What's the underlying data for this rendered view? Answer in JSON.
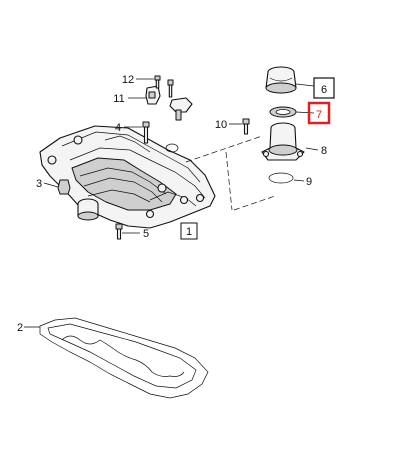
{
  "callouts": [
    {
      "id": "1",
      "text": "1",
      "boxed": true,
      "highlight": false
    },
    {
      "id": "2",
      "text": "2",
      "boxed": false,
      "highlight": false
    },
    {
      "id": "3",
      "text": "3",
      "boxed": false,
      "highlight": false
    },
    {
      "id": "4",
      "text": "4",
      "boxed": false,
      "highlight": false
    },
    {
      "id": "5",
      "text": "5",
      "boxed": false,
      "highlight": false
    },
    {
      "id": "6",
      "text": "6",
      "boxed": true,
      "highlight": false
    },
    {
      "id": "7",
      "text": "7",
      "boxed": true,
      "highlight": true
    },
    {
      "id": "8",
      "text": "8",
      "boxed": false,
      "highlight": false
    },
    {
      "id": "9",
      "text": "9",
      "boxed": false,
      "highlight": false
    },
    {
      "id": "10",
      "text": "10",
      "boxed": false,
      "highlight": false
    },
    {
      "id": "11",
      "text": "11",
      "boxed": false,
      "highlight": false
    },
    {
      "id": "12",
      "text": "12",
      "boxed": false,
      "highlight": false
    }
  ],
  "colors": {
    "line": "#111111",
    "highlight": "#e02020",
    "background": "#ffffff"
  }
}
